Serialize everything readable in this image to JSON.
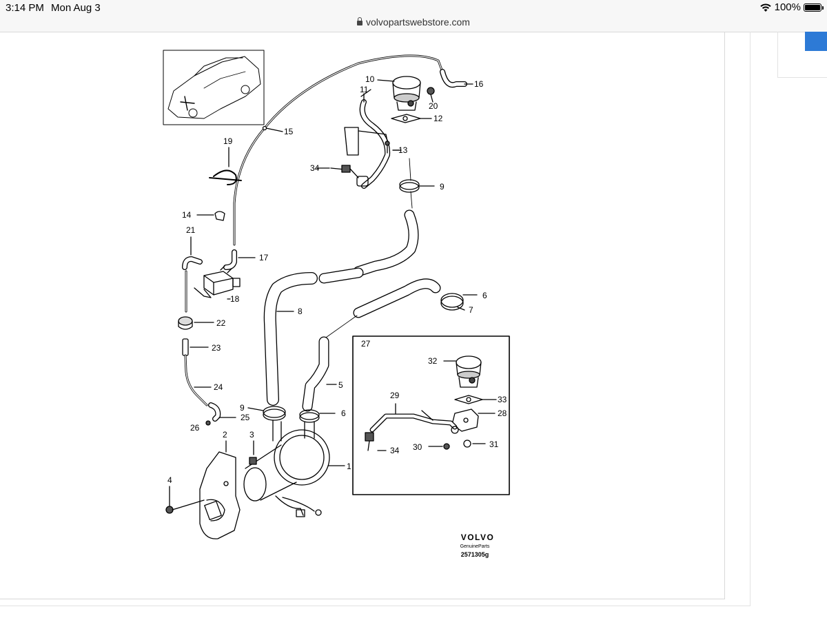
{
  "status_bar": {
    "time": "3:14 PM",
    "date": "Mon Aug 3",
    "battery_percent": "100%",
    "battery_level": 1.0,
    "icons": [
      "wifi-icon",
      "battery-icon"
    ]
  },
  "browser": {
    "url": "volvopartswebstore.com",
    "lock_icon": "lock-icon"
  },
  "diagram": {
    "callouts": {
      "c1": "1",
      "c2": "2",
      "c3": "3",
      "c4": "4",
      "c5": "5",
      "c6a": "6",
      "c6b": "6",
      "c7": "7",
      "c8": "8",
      "c9a": "9",
      "c9b": "9",
      "c10": "10",
      "c11": "11",
      "c12": "12",
      "c13": "13",
      "c14": "14",
      "c15": "15",
      "c16": "16",
      "c17": "17",
      "c18": "18",
      "c19": "19",
      "c20": "20",
      "c21": "21",
      "c22": "22",
      "c23": "23",
      "c24": "24",
      "c25": "25",
      "c26": "26",
      "c27": "27",
      "c28": "28",
      "c29": "29",
      "c30": "30",
      "c31": "31",
      "c32": "32",
      "c33": "33",
      "c34a": "34",
      "c34b": "34"
    },
    "logo_text": "VOLVO",
    "logo_subtitle": "GenuineParts",
    "diagram_number": "2571305g",
    "accent_color": "#2d7ad6"
  }
}
